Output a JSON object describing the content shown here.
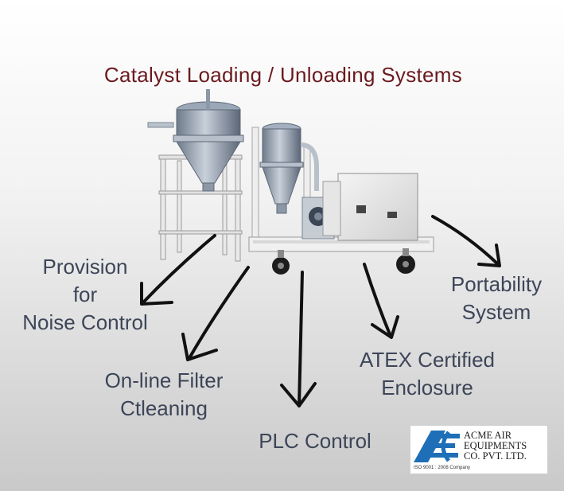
{
  "title": "Catalyst Loading / Unloading Systems",
  "labels": {
    "noise": [
      "Provision",
      "for",
      "Noise Control"
    ],
    "filter": [
      "On-line Filter",
      "Ctleaning"
    ],
    "plc": [
      "PLC Control"
    ],
    "atex": [
      "ATEX Certified",
      "Enclosure"
    ],
    "portability": [
      "Portability",
      "System"
    ]
  },
  "logo": {
    "lines": [
      "ACME AIR",
      "EQUIPMENTS",
      "CO. PVT. LTD."
    ],
    "certification": "ISO 9001 : 2008 Company",
    "color": "#1e6fb8"
  }
}
